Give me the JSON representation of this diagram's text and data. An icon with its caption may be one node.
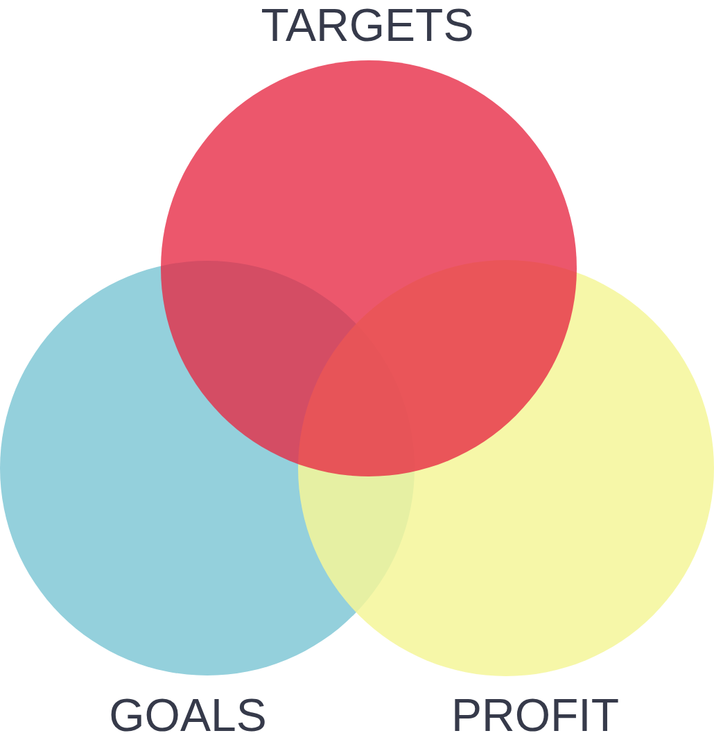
{
  "diagram": {
    "nodes": [
      {
        "text": [
          "TARGETS"
        ]
      },
      {
        "text": [
          "GOALS"
        ]
      },
      {
        "text": [
          "PROFIT"
        ]
      }
    ]
  }
}
